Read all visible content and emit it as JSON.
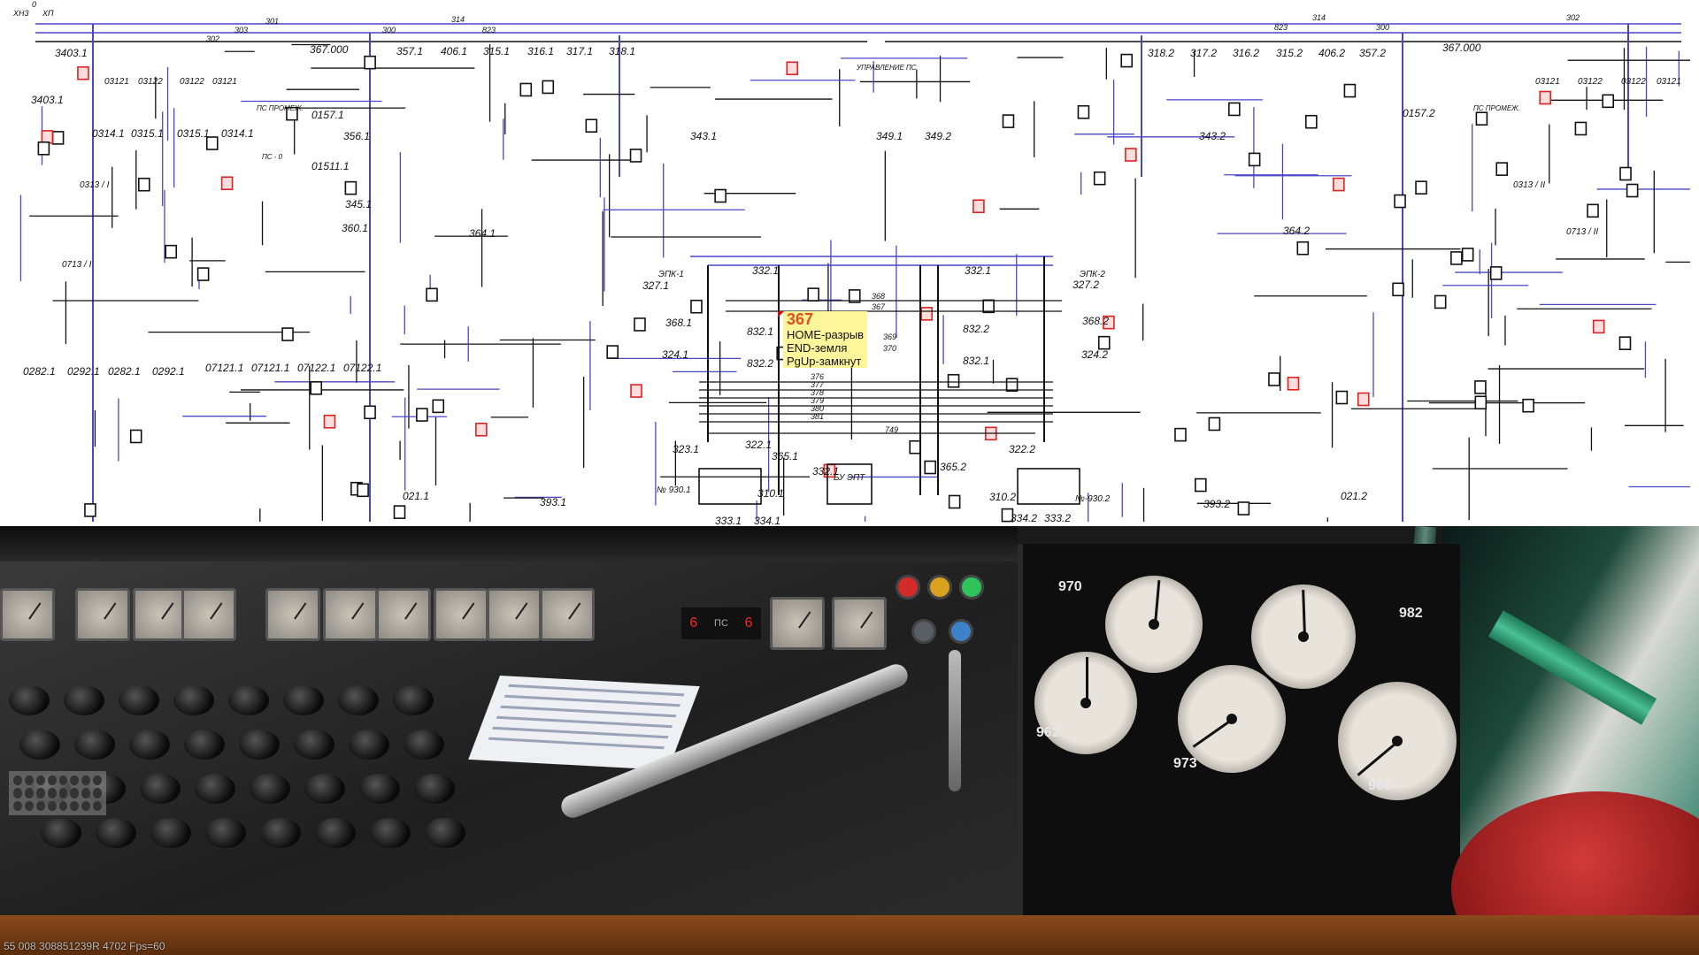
{
  "schematic": {
    "title": "УПРАВЛЕНИЕ ПС",
    "labels": [
      "ХН3",
      "ХП",
      "0",
      "3403.1",
      "3403.1",
      "301",
      "303",
      "302",
      "367.000",
      "300",
      "314",
      "823",
      "314",
      "823",
      "300",
      "302",
      "367.000",
      "03121",
      "03122",
      "03122",
      "03121",
      "0314.1",
      "0315.1",
      "0315.1",
      "0314.1",
      "ПС ПРОМЕЖ.",
      "0157.1",
      "356.1",
      "ПС - 0",
      "01511.1",
      "357.1",
      "406.1",
      "315.1",
      "316.1",
      "317.1",
      "318.1",
      "УПРАВЛЕНИЕ ПС",
      "332.1",
      "332.1",
      "368.1",
      "324.1",
      "832.1",
      "832.2",
      "832.2",
      "832.1",
      "368.2",
      "324.2",
      "323.1",
      "322.1",
      "365.1",
      "332.1",
      "365.2",
      "322.2",
      "№ 930.1",
      "№-930.2",
      "310.1",
      "310.2",
      "333.1",
      "334.1",
      "334.2",
      "333.2",
      "0282.1",
      "0292.1",
      "0282.1",
      "0292.1",
      "07121.1",
      "07121.1",
      "07122.1",
      "07122.1",
      "03121",
      "03122",
      "03122",
      "03121",
      "ПС ПРОМЕЖ.",
      "0157.2",
      "357.2",
      "318.2",
      "317.2",
      "316.2",
      "315.2",
      "406.2",
      "368",
      "367",
      "369",
      "370",
      "376",
      "377",
      "378",
      "379",
      "380",
      "381",
      "749",
      "БУ ЭПТ",
      "ЭПК-1",
      "327.1",
      "ЭПК-2",
      "327.2",
      "0313 / I",
      "0313 / II",
      "0713 / I",
      "0713 / II",
      "345.1",
      "360.1",
      "364.1",
      "364.2",
      "343.1",
      "343.2",
      "349.1",
      "349.2",
      "393.1",
      "393.2",
      "021.1",
      "021.2"
    ],
    "wire_color": "#4a46c8"
  },
  "tooltip": {
    "number": "367",
    "lines": [
      "HOME-разрыв",
      "END-земля",
      "PgUp-замкнут"
    ]
  },
  "cab": {
    "display": {
      "left": "6",
      "middle": "ПС",
      "right": "6"
    },
    "gauges": [
      {
        "label": "970",
        "needle_deg": 185
      },
      {
        "label": "982",
        "needle_deg": 178
      },
      {
        "label": "962",
        "needle_deg": 180
      },
      {
        "label": "973",
        "needle_deg": 55
      },
      {
        "label": "968",
        "needle_deg": 50
      }
    ],
    "lamps": [
      "#d42a2a",
      "#d9a21e",
      "#2ec45a",
      "#5a5f66",
      "#3b82c8"
    ]
  },
  "status_bar": {
    "text": "55 008   308851239R 4702   Fps=60"
  }
}
